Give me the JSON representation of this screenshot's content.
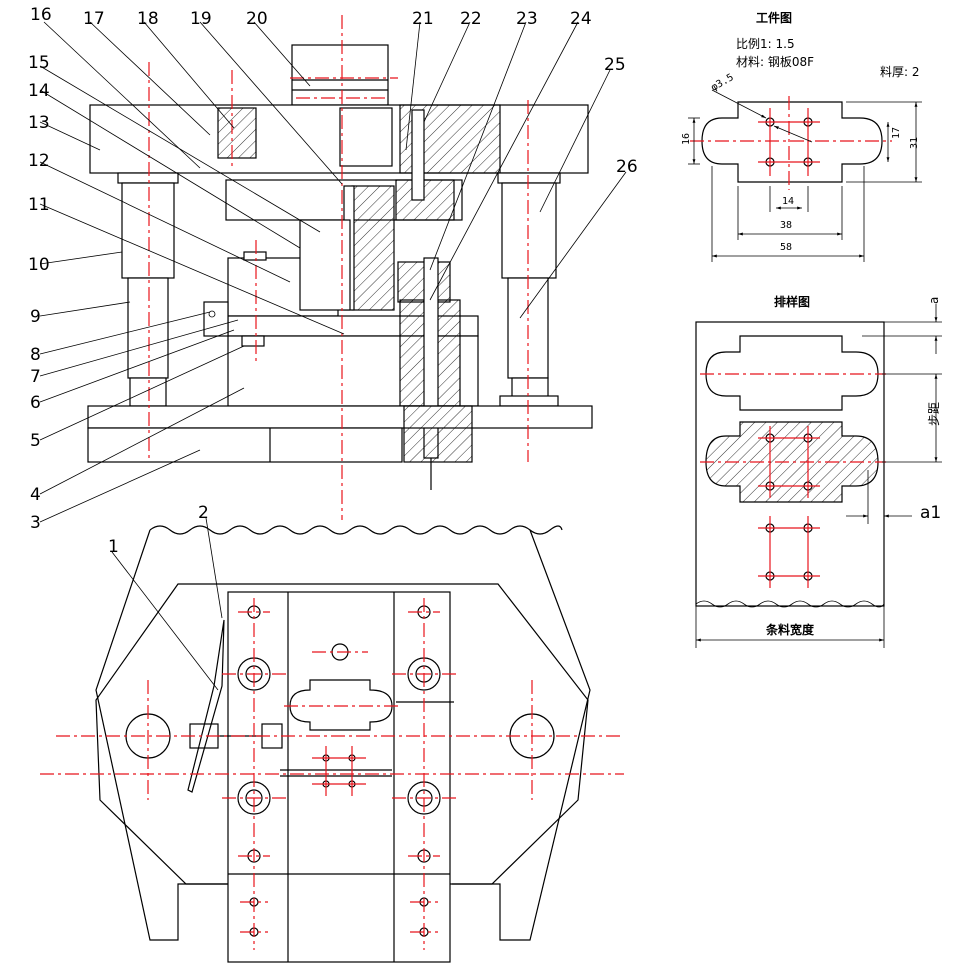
{
  "part_numbers": [
    "1",
    "2",
    "3",
    "4",
    "5",
    "6",
    "7",
    "8",
    "9",
    "10",
    "11",
    "12",
    "13",
    "14",
    "15",
    "16",
    "17",
    "18",
    "19",
    "20",
    "21",
    "22",
    "23",
    "24",
    "25",
    "26"
  ],
  "workpiece": {
    "title": "工件图",
    "scale": "比例1: 1.5",
    "material": "材料: 钢板08F",
    "thickness": "料厚: 2",
    "dims": {
      "hole_dia": "φ3.5",
      "height_16": "16",
      "height_17": "17",
      "height_31": "31",
      "w_14": "14",
      "w_38": "38",
      "w_58": "58"
    }
  },
  "layout": {
    "title": "排样图",
    "a": "a",
    "step": "步距",
    "a1": "a1",
    "strip_width": "条料宽度"
  }
}
